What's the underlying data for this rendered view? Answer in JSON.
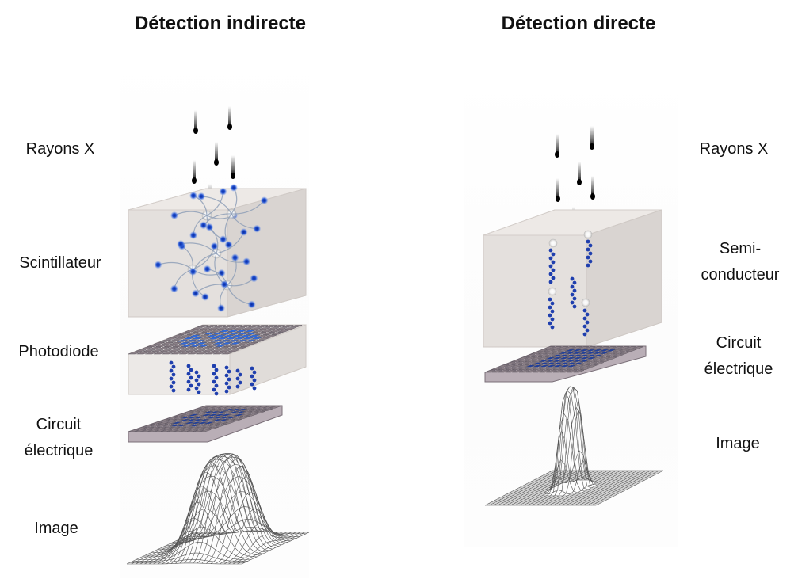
{
  "titles": {
    "indirect": "Détection indirecte",
    "direct": "Détection directe"
  },
  "indirect_labels": {
    "xrays": "Rayons X",
    "scintillator": "Scintillateur",
    "photodiode": "Photodiode",
    "circuit": "Circuit\nélectrique",
    "image": "Image"
  },
  "direct_labels": {
    "xrays": "Rayons X",
    "semiconductor": "Semi-\nconducteur",
    "circuit": "Circuit\nélectrique",
    "image": "Image"
  },
  "colors": {
    "block_face": "#e6e2df",
    "block_edge": "#c9c3bf",
    "pixel_gray": "#8a7f86",
    "pixel_blue": "#1e3f9e",
    "photodiode_blue": "#2f6be0",
    "charge_blue": "#1f3fae",
    "mesh_line": "#555555"
  }
}
